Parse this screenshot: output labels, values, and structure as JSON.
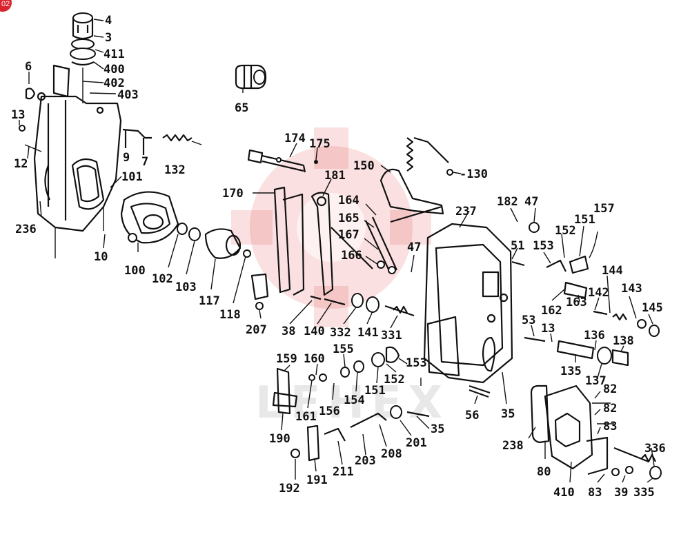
{
  "badge": "02",
  "watermark": "LEHEX",
  "callouts": [
    {
      "id": "c4",
      "text": "4"
    },
    {
      "id": "c3",
      "text": "3"
    },
    {
      "id": "c411",
      "text": "411"
    },
    {
      "id": "c400",
      "text": "400"
    },
    {
      "id": "c402",
      "text": "402"
    },
    {
      "id": "c403",
      "text": "403"
    },
    {
      "id": "c6",
      "text": "6"
    },
    {
      "id": "c13a",
      "text": "13"
    },
    {
      "id": "c12",
      "text": "12"
    },
    {
      "id": "c9",
      "text": "9"
    },
    {
      "id": "c7",
      "text": "7"
    },
    {
      "id": "c132",
      "text": "132"
    },
    {
      "id": "c101",
      "text": "101"
    },
    {
      "id": "c236",
      "text": "236"
    },
    {
      "id": "c10",
      "text": "10"
    },
    {
      "id": "c100",
      "text": "100"
    },
    {
      "id": "c102",
      "text": "102"
    },
    {
      "id": "c103",
      "text": "103"
    },
    {
      "id": "c117",
      "text": "117"
    },
    {
      "id": "c118",
      "text": "118"
    },
    {
      "id": "c65",
      "text": "65"
    },
    {
      "id": "c174",
      "text": "174"
    },
    {
      "id": "c175",
      "text": "175"
    },
    {
      "id": "c170",
      "text": "170"
    },
    {
      "id": "c181",
      "text": "181"
    },
    {
      "id": "c150",
      "text": "150"
    },
    {
      "id": "c130",
      "text": "-130"
    },
    {
      "id": "c164",
      "text": "164"
    },
    {
      "id": "c165",
      "text": "165"
    },
    {
      "id": "c167",
      "text": "167"
    },
    {
      "id": "c166",
      "text": "166"
    },
    {
      "id": "c237",
      "text": "237"
    },
    {
      "id": "c47a",
      "text": "47"
    },
    {
      "id": "c182",
      "text": "182"
    },
    {
      "id": "c47b",
      "text": "47"
    },
    {
      "id": "c51",
      "text": "51"
    },
    {
      "id": "c153a",
      "text": "153"
    },
    {
      "id": "c152a",
      "text": "152"
    },
    {
      "id": "c151a",
      "text": "151"
    },
    {
      "id": "c157",
      "text": "157"
    },
    {
      "id": "c144",
      "text": "144"
    },
    {
      "id": "c143",
      "text": "143"
    },
    {
      "id": "c142",
      "text": "142"
    },
    {
      "id": "c145",
      "text": "145"
    },
    {
      "id": "c162",
      "text": "162"
    },
    {
      "id": "c163",
      "text": "163"
    },
    {
      "id": "c53",
      "text": "53"
    },
    {
      "id": "c13b",
      "text": "13"
    },
    {
      "id": "c136",
      "text": "136"
    },
    {
      "id": "c138",
      "text": "138"
    },
    {
      "id": "c135",
      "text": "135"
    },
    {
      "id": "c137",
      "text": "137"
    },
    {
      "id": "c207",
      "text": "207"
    },
    {
      "id": "c38",
      "text": "38"
    },
    {
      "id": "c140",
      "text": "140"
    },
    {
      "id": "c332",
      "text": "332"
    },
    {
      "id": "c141",
      "text": "141"
    },
    {
      "id": "c331",
      "text": "331"
    },
    {
      "id": "c159",
      "text": "159"
    },
    {
      "id": "c160",
      "text": "160"
    },
    {
      "id": "c155",
      "text": "155"
    },
    {
      "id": "c153b",
      "text": "153"
    },
    {
      "id": "c152b",
      "text": "152"
    },
    {
      "id": "c151b",
      "text": "151"
    },
    {
      "id": "c154",
      "text": "154"
    },
    {
      "id": "c156",
      "text": "156"
    },
    {
      "id": "c161",
      "text": "161"
    },
    {
      "id": "c190",
      "text": "190"
    },
    {
      "id": "c56",
      "text": "56"
    },
    {
      "id": "c35a",
      "text": "35"
    },
    {
      "id": "c35b",
      "text": "35"
    },
    {
      "id": "c201",
      "text": "201"
    },
    {
      "id": "c208",
      "text": "208"
    },
    {
      "id": "c203",
      "text": "203"
    },
    {
      "id": "c211",
      "text": "211"
    },
    {
      "id": "c191",
      "text": "191"
    },
    {
      "id": "c192",
      "text": "192"
    },
    {
      "id": "c82a",
      "text": "82"
    },
    {
      "id": "c82b",
      "text": "82"
    },
    {
      "id": "c83a",
      "text": "83"
    },
    {
      "id": "c238",
      "text": "238"
    },
    {
      "id": "c80",
      "text": "80"
    },
    {
      "id": "c336",
      "text": "336"
    },
    {
      "id": "c410",
      "text": "410"
    },
    {
      "id": "c83b",
      "text": "83"
    },
    {
      "id": "c39",
      "text": "39"
    },
    {
      "id": "c335",
      "text": "335"
    }
  ]
}
